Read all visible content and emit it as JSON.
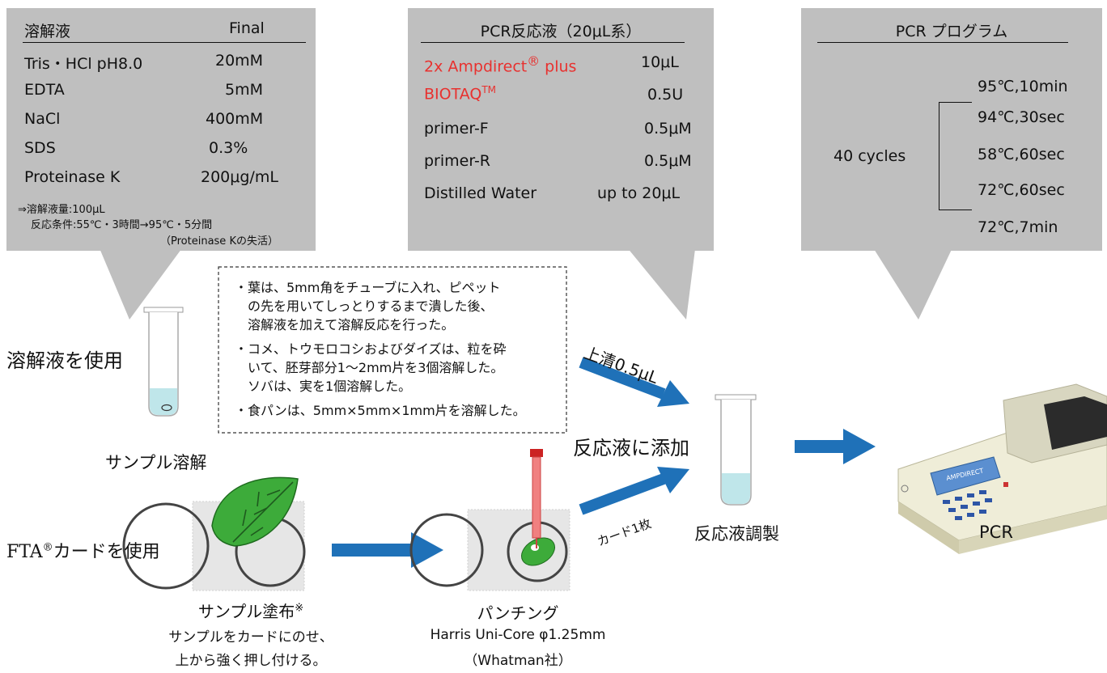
{
  "lysis": {
    "title": "溶解液",
    "final_header": "Final",
    "rows": [
      {
        "name": "Tris・HCl pH8.0",
        "value": "20mM"
      },
      {
        "name": "EDTA",
        "value": "5mM"
      },
      {
        "name": "NaCl",
        "value": "400mM"
      },
      {
        "name": "SDS",
        "value": "0.3%"
      },
      {
        "name": "Proteinase K",
        "value": "200μg/mL"
      }
    ],
    "note1": "⇒溶解液量:100μL",
    "note2": "反応条件:55℃・3時間→95℃・5分間",
    "note3": "（Proteinase Kの失活）"
  },
  "pcr_mix": {
    "title": "PCR反応液（20μL系）",
    "rows": [
      {
        "name": "2x Ampdirect",
        "sup": "®",
        "suffix": " plus",
        "value": "10μL",
        "highlight": true
      },
      {
        "name": "BIOTAQ",
        "sup": "TM",
        "suffix": "",
        "value": "0.5U",
        "highlight": true
      },
      {
        "name": "primer-F",
        "sup": "",
        "suffix": "",
        "value": "0.5μM",
        "highlight": false
      },
      {
        "name": "primer-R",
        "sup": "",
        "suffix": "",
        "value": "0.5μM",
        "highlight": false
      },
      {
        "name": "Distilled Water",
        "sup": "",
        "suffix": "",
        "value": "up to 20μL",
        "highlight": false
      }
    ]
  },
  "program": {
    "title": "PCR プログラム",
    "steps": [
      "95℃,10min",
      "94℃,30sec",
      "58℃,60sec",
      "72℃,60sec",
      "72℃,7min"
    ],
    "cycles": "40 cycles"
  },
  "notes": {
    "lines": [
      "・葉は、5mm角をチューブに入れ、ピペット",
      "　の先を用いてしっとりするまで潰した後、",
      "　溶解液を加えて溶解反応を行った。",
      "・コメ、トウモロコシおよびダイズは、粒を砕",
      "　いて、胚芽部分1～2mm片を3個溶解した。",
      "　ソバは、実を1個溶解した。",
      "・食パンは、5mm×5mm×1mm片を溶解した。"
    ]
  },
  "labels": {
    "use_lysis": "溶解液を使用",
    "sample_lysis": "サンプル溶解",
    "fta_prefix": "FTA",
    "fta_sup": "®",
    "fta_suffix": "カードを使用",
    "sample_apply": "サンプル塗布",
    "sample_apply_mark": "※",
    "sample_apply_desc1": "サンプルをカードにのせ、",
    "sample_apply_desc2": "上から強く押し付ける。",
    "punching": "パンチング",
    "punch_tool": "Harris Uni-Core φ1.25mm",
    "punch_maker": "（Whatman社）",
    "supernatant": "上清0.5μL",
    "add_to_mix": "反応液に添加",
    "one_card": "カード1枚",
    "mix_prep": "反応液調製",
    "pcr": "PCR",
    "device_brand": "AMPDIRECT"
  },
  "colors": {
    "arrow": "#1f71b8",
    "callout": "#bfbfbf",
    "highlight": "#e8312f",
    "leaf": "#3dab3a",
    "tube_liquid": "#bfe6ea"
  }
}
